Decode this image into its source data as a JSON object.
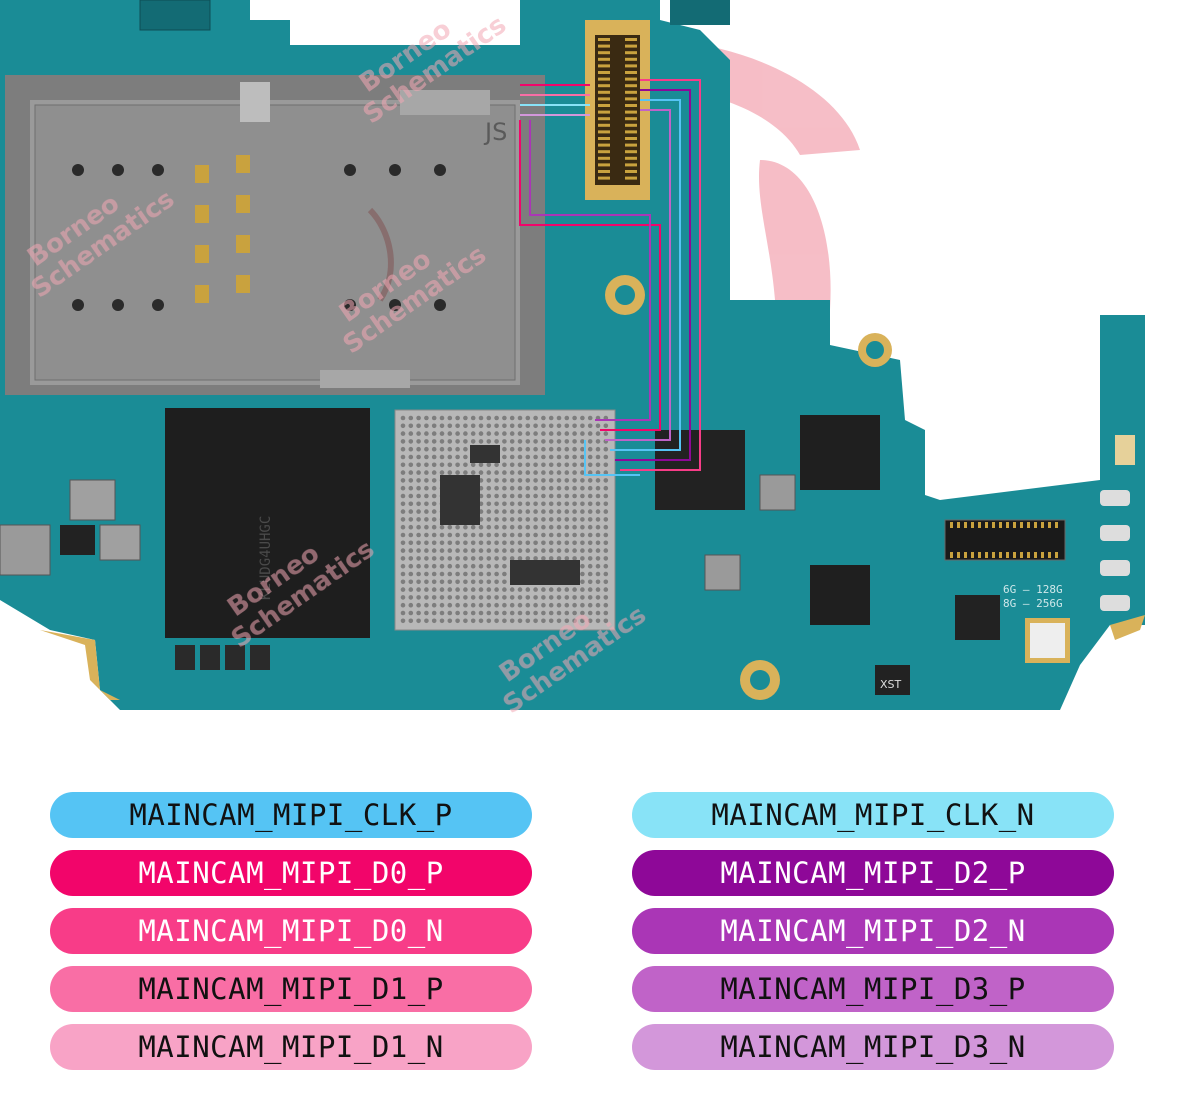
{
  "board": {
    "watermarks": [
      {
        "line1": "Borneo",
        "line2": "Schematics"
      },
      {
        "line1": "Borneo",
        "line2": "Schematics"
      },
      {
        "line1": "Borneo",
        "line2": "Schematics"
      },
      {
        "line1": "Borneo",
        "line2": "Schematics"
      },
      {
        "line1": "Borneo",
        "line2": "Schematics"
      }
    ],
    "chip_marking": "KLUDG4UHGC",
    "ram_rom_marking_top": "6G — 128G",
    "ram_rom_marking_bottom": "8G — 256G",
    "sim_marking": "JS",
    "small_marking": "XST",
    "colors": {
      "pcb": "#1a8c96",
      "pcb_dark": "#136b74",
      "metal": "#8e8e8e",
      "gold": "#d9b25a",
      "watermark": "#f3a8b4"
    }
  },
  "legend": {
    "left": [
      {
        "label": "MAINCAM_MIPI_CLK_P",
        "color": "#55c4f4",
        "text_color": "#111111"
      },
      {
        "label": "MAINCAM_MIPI_D0_P",
        "color": "#f2056a",
        "text_color": "#ffffff"
      },
      {
        "label": "MAINCAM_MIPI_D0_N",
        "color": "#f83c88",
        "text_color": "#ffffff"
      },
      {
        "label": "MAINCAM_MIPI_D1_P",
        "color": "#f96ea5",
        "text_color": "#111111"
      },
      {
        "label": "MAINCAM_MIPI_D1_N",
        "color": "#f8a3c6",
        "text_color": "#111111"
      }
    ],
    "right": [
      {
        "label": "MAINCAM_MIPI_CLK_N",
        "color": "#88e3f7",
        "text_color": "#111111"
      },
      {
        "label": "MAINCAM_MIPI_D2_P",
        "color": "#8e0898",
        "text_color": "#ffffff"
      },
      {
        "label": "MAINCAM_MIPI_D2_N",
        "color": "#aa36b6",
        "text_color": "#ffffff"
      },
      {
        "label": "MAINCAM_MIPI_D3_P",
        "color": "#c063c8",
        "text_color": "#111111"
      },
      {
        "label": "MAINCAM_MIPI_D3_N",
        "color": "#d397da",
        "text_color": "#111111"
      }
    ]
  }
}
